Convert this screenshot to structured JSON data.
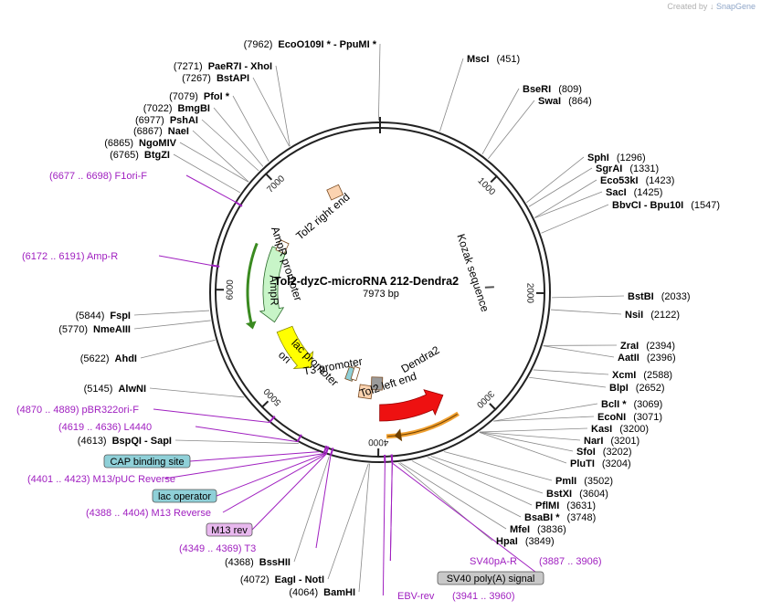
{
  "credit": {
    "prefix": "Created by",
    "brand": "SnapGene"
  },
  "plasmid": {
    "name": "Tol2-dyzC-microRNA 212-Dendra2",
    "length_text": "7973 bp",
    "length": 7973
  },
  "ticks": [
    {
      "label": "1000",
      "bp": 1000
    },
    {
      "label": "2000",
      "bp": 2000
    },
    {
      "label": "3000",
      "bp": 3000
    },
    {
      "label": "4000",
      "bp": 4000
    },
    {
      "label": "5000",
      "bp": 5000
    },
    {
      "label": "6000",
      "bp": 6000
    },
    {
      "label": "7000",
      "bp": 7000
    }
  ],
  "sites_right": [
    {
      "name": "MscI",
      "pos": "(451)",
      "bp": 451,
      "star": false
    },
    {
      "name": "BseRI",
      "pos": "(809)",
      "bp": 809,
      "star": false
    },
    {
      "name": "SwaI",
      "pos": "(864)",
      "bp": 864,
      "star": false
    },
    {
      "name": "SphI",
      "pos": "(1296)",
      "bp": 1296,
      "star": false
    },
    {
      "name": "SgrAI",
      "pos": "(1331)",
      "bp": 1331,
      "star": false
    },
    {
      "name": "Eco53kI",
      "pos": "(1423)",
      "bp": 1423,
      "star": false
    },
    {
      "name": "SacI",
      "pos": "(1425)",
      "bp": 1425,
      "star": false
    },
    {
      "name": "BbvCI  -  Bpu10I",
      "pos": "(1547)",
      "bp": 1547,
      "star": false
    },
    {
      "name": "BstBI",
      "pos": "(2033)",
      "bp": 2033,
      "star": false
    },
    {
      "name": "NsiI",
      "pos": "(2122)",
      "bp": 2122,
      "star": false
    },
    {
      "name": "ZraI",
      "pos": "(2394)",
      "bp": 2394,
      "star": false
    },
    {
      "name": "AatII",
      "pos": "(2396)",
      "bp": 2396,
      "star": false
    },
    {
      "name": "XcmI",
      "pos": "(2588)",
      "bp": 2588,
      "star": false
    },
    {
      "name": "BlpI",
      "pos": "(2652)",
      "bp": 2652,
      "star": false
    },
    {
      "name": "BclI *",
      "pos": "(3069)",
      "bp": 3069,
      "star": true
    },
    {
      "name": "EcoNI",
      "pos": "(3071)",
      "bp": 3071,
      "star": false
    },
    {
      "name": "KasI",
      "pos": "(3200)",
      "bp": 3200,
      "star": false
    },
    {
      "name": "NarI",
      "pos": "(3201)",
      "bp": 3201,
      "star": false
    },
    {
      "name": "SfoI",
      "pos": "(3202)",
      "bp": 3202,
      "star": false
    },
    {
      "name": "PluTI",
      "pos": "(3204)",
      "bp": 3204,
      "star": false
    },
    {
      "name": "PmlI",
      "pos": "(3502)",
      "bp": 3502,
      "star": false
    },
    {
      "name": "BstXI",
      "pos": "(3604)",
      "bp": 3604,
      "star": false
    },
    {
      "name": "PflMI",
      "pos": "(3631)",
      "bp": 3631,
      "star": false
    },
    {
      "name": "BsaBI *",
      "pos": "(3748)",
      "bp": 3748,
      "star": true
    },
    {
      "name": "MfeI",
      "pos": "(3836)",
      "bp": 3836,
      "star": false
    },
    {
      "name": "HpaI",
      "pos": "(3849)",
      "bp": 3849,
      "star": false
    }
  ],
  "sites_left": [
    {
      "pos": "(7962)",
      "name": "EcoO109I *  -  PpuMI *",
      "bp": 7962
    },
    {
      "pos": "(7271)",
      "name": "PaeR7I   -  XhoI",
      "bp": 7271
    },
    {
      "pos": "(7267)",
      "name": "BstAPI",
      "bp": 7267
    },
    {
      "pos": "(7079)",
      "name": "PfoI *",
      "bp": 7079
    },
    {
      "pos": "(7022)",
      "name": "BmgBI",
      "bp": 7022
    },
    {
      "pos": "(6977)",
      "name": "PshAI",
      "bp": 6977
    },
    {
      "pos": "(6867)",
      "name": "NaeI",
      "bp": 6867
    },
    {
      "pos": "(6865)",
      "name": "NgoMIV",
      "bp": 6865
    },
    {
      "pos": "(6765)",
      "name": "BtgZI",
      "bp": 6765
    },
    {
      "pos": "(5844)",
      "name": "FspI",
      "bp": 5844
    },
    {
      "pos": "(5770)",
      "name": "NmeAIII",
      "bp": 5770
    },
    {
      "pos": "(5622)",
      "name": "AhdI",
      "bp": 5622
    },
    {
      "pos": "(5145)",
      "name": "AlwNI",
      "bp": 5145
    },
    {
      "pos": "(4613)",
      "name": "BspQI   -  SapI",
      "bp": 4613
    },
    {
      "pos": "(4368)",
      "name": "BssHII",
      "bp": 4368
    },
    {
      "pos": "(4072)",
      "name": "EagI   -  NotI",
      "bp": 4072
    },
    {
      "pos": "(4064)",
      "name": "BamHI",
      "bp": 4064
    }
  ],
  "primers": [
    {
      "text": "(6677 .. 6698)  F1ori-F",
      "bp": 6688
    },
    {
      "text": "(6172 .. 6191)  Amp-R",
      "bp": 6181
    },
    {
      "text": "(4870 .. 4889)  pBR322ori-F",
      "bp": 4880
    },
    {
      "text": "(4619 .. 4636)  L4440",
      "bp": 4627
    },
    {
      "text": "(4401 .. 4423)  M13/pUC Reverse",
      "bp": 4412
    },
    {
      "text": "(4388 .. 4404)  M13 Reverse",
      "bp": 4396
    },
    {
      "text": "(4349 .. 4369)  T3",
      "bp": 4359
    },
    {
      "text": "SV40pA-R",
      "bp": 3896
    },
    {
      "text": "(3887 .. 3906)",
      "bp": 3896
    },
    {
      "text": "EBV-rev",
      "bp": 3950
    },
    {
      "text": "(3941 .. 3960)",
      "bp": 3950
    }
  ],
  "boxes": [
    {
      "text": "CAP binding site",
      "bp": 4450,
      "fill": "#8fd0d8"
    },
    {
      "text": "lac operator",
      "bp": 4405,
      "fill": "#8fd0d8"
    },
    {
      "text": "M13 rev",
      "bp": 4395,
      "fill": "#e8b8ee"
    },
    {
      "text": "SV40 poly(A) signal",
      "bp": 3900,
      "fill": "#c8c8c8"
    }
  ],
  "features": [
    {
      "label": "Tol2 right end",
      "bp_start": 7400,
      "bp_end": 7470,
      "color": "#fbd3b0"
    },
    {
      "label": "AmpR promoter",
      "bp_start": 6480,
      "bp_end": 6585,
      "color": "#ffffff"
    },
    {
      "label": "AmpR",
      "bp_start": 5630,
      "bp_end": 6490,
      "color": "#c8f5c8"
    },
    {
      "label": "ori",
      "bp_start": 4930,
      "bp_end": 5510,
      "color": "#ffff00"
    },
    {
      "label": "lac promoter",
      "bp_start": 4410,
      "bp_end": 4440,
      "color": "#8fd0d8"
    },
    {
      "label": "T3 promoter",
      "bp_start": 4350,
      "bp_end": 4370,
      "color": "#ffffff"
    },
    {
      "label": "Tol2 left end",
      "bp_start": 4140,
      "bp_end": 4200,
      "color": "#fbd3b0"
    },
    {
      "label": "Dendra2",
      "bp_start": 3290,
      "bp_end": 3990,
      "color": "#ee1111"
    },
    {
      "label": "Kozak sequence",
      "bp_start": 1935,
      "bp_end": 1945,
      "color": "#555555"
    }
  ],
  "colors": {
    "site_text": "#000000",
    "primer": "#a020c0",
    "backbone": "#222222",
    "dendra": "#ee1111",
    "orange_arc": "#f0a030",
    "amp_arc": "#3a8a20"
  }
}
